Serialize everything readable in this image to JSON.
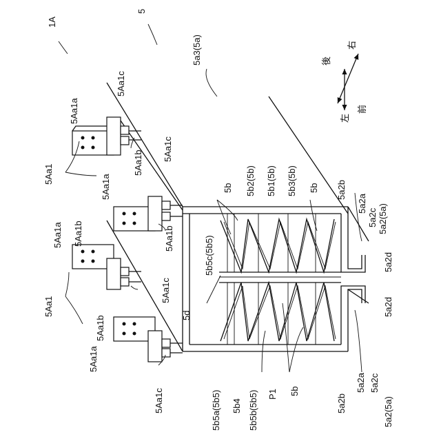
{
  "labels": {
    "fig": "1A",
    "unit": "5",
    "top_wall": "5a3(5a)",
    "wall_ref": "5a2(5a)",
    "bracket_set": "5Aa1",
    "bracket_plate": "5Aa1a",
    "bracket_arm": "5Aa1b",
    "bracket_nut": "5Aa1c",
    "fins": "5b",
    "fin_b2": "5b2(5b)",
    "fin_b1": "5b1(5b)",
    "fin_b3": "5b3(5b)",
    "fin_c": "5b5c(5b5)",
    "fin_a": "5b5a(5b5)",
    "fin_4": "5b4",
    "fin_5b": "5b5b(5b5)",
    "point": "P1",
    "wall_d": "5d",
    "a2a": "5a2a",
    "a2b": "5a2b",
    "a2c": "5a2c",
    "a2d": "5a2d"
  },
  "directions": {
    "rear": "後",
    "right": "右",
    "left": "左",
    "front": "前"
  }
}
